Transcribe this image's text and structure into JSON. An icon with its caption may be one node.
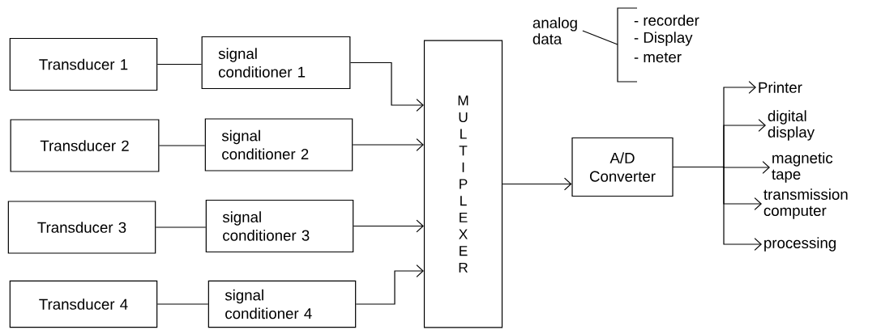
{
  "diagram": {
    "nodes": [
      {
        "text": [
          "Transducer 1"
        ]
      },
      {
        "text": [
          "Transducer 2"
        ]
      },
      {
        "text": [
          "Transducer 3"
        ]
      },
      {
        "text": [
          "Transducer 4"
        ]
      },
      {
        "text": [
          "signal conditioner 1"
        ]
      },
      {
        "text": [
          "signal conditioner 2"
        ]
      },
      {
        "text": [
          "signal conditioner 3"
        ]
      },
      {
        "text": [
          "signal conditioner 4"
        ]
      },
      {
        "text": [
          "MULTIPLEXER"
        ]
      },
      {
        "text": [
          "A/D Converter"
        ]
      },
      {
        "text": [
          "analog data"
        ]
      },
      {
        "text": [
          "- recorder",
          "- Display",
          "- meter"
        ]
      },
      {
        "text": [
          "Printer"
        ]
      },
      {
        "text": [
          "digital display"
        ]
      },
      {
        "text": [
          "magnetic tape"
        ]
      },
      {
        "text": [
          "transmission computer"
        ]
      },
      {
        "text": [
          "processing"
        ]
      }
    ],
    "edges": [
      {
        "from": 0,
        "to": 4,
        "arrow": "none"
      },
      {
        "from": 1,
        "to": 5,
        "arrow": "none"
      },
      {
        "from": 2,
        "to": 6,
        "arrow": "none"
      },
      {
        "from": 3,
        "to": 7,
        "arrow": "none"
      },
      {
        "from": 4,
        "to": 8,
        "arrow": "to"
      },
      {
        "from": 5,
        "to": 8,
        "arrow": "to"
      },
      {
        "from": 6,
        "to": 8,
        "arrow": "to"
      },
      {
        "from": 7,
        "to": 8,
        "arrow": "to"
      },
      {
        "from": 8,
        "to": 9,
        "arrow": "to"
      },
      {
        "from": 10,
        "to": 11,
        "arrow": "none"
      },
      {
        "from": 9,
        "to": 12,
        "arrow": "to"
      },
      {
        "from": 9,
        "to": 13,
        "arrow": "to"
      },
      {
        "from": 9,
        "to": 14,
        "arrow": "to"
      },
      {
        "from": 9,
        "to": 15,
        "arrow": "to"
      },
      {
        "from": 9,
        "to": 16,
        "arrow": "to"
      }
    ]
  }
}
